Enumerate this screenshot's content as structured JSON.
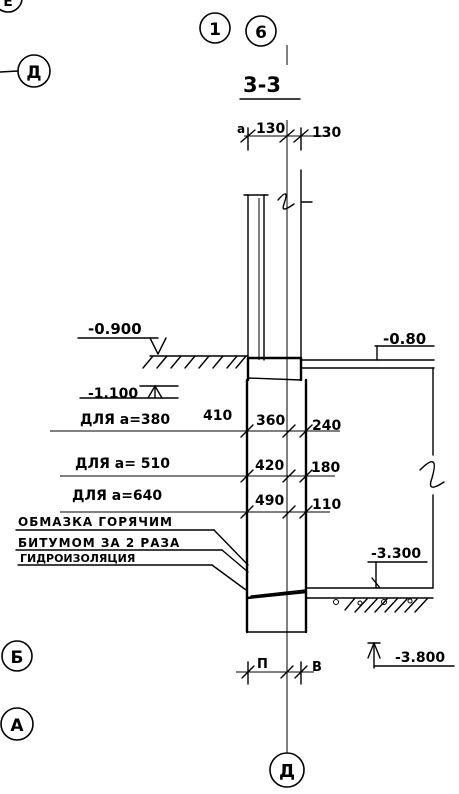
{
  "section_title": "3-3",
  "axis_bubbles": {
    "top_left_partial": "Е",
    "top_pair_left": "1",
    "top_pair_right": "6",
    "left_upper": "Д",
    "left_lower_b": "Б",
    "left_lower_a": "А",
    "bottom": "Д"
  },
  "top_dims": {
    "a_label": "a",
    "left": "130",
    "right": "130"
  },
  "break_mark": "2",
  "elevations": {
    "ground": "-0.900",
    "inside_floor": "-0.80",
    "footing_top": "-1.100",
    "slab_bottom": "-3.300",
    "base": "-3.800"
  },
  "wall_rows": [
    {
      "label": "ДЛЯ a=380",
      "left": "410",
      "center": "360",
      "right": "240"
    },
    {
      "label": "ДЛЯ a= 510",
      "left": "",
      "center": "420",
      "right": "180"
    },
    {
      "label": "ДЛЯ a=640",
      "left": "",
      "center": "490",
      "right": "110"
    }
  ],
  "note_lines": [
    "ОБМАЗКА  ГОРЯЧИМ",
    "БИТУМОМ ЗА 2 РАЗА",
    "ГИДРОИЗОЛЯЦИЯ"
  ],
  "bottom_dims": {
    "left": "П",
    "right": "В"
  }
}
